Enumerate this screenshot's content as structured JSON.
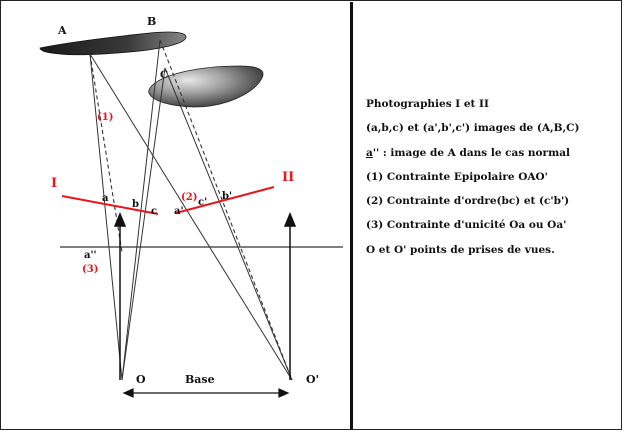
{
  "diagram": {
    "point_labels": {
      "A": "A",
      "B": "B",
      "C": "C",
      "a": "a",
      "b": "b",
      "c": "c",
      "a_prime": "a'",
      "b_prime": "b'",
      "c_prime": "c'",
      "a_double": "a''",
      "O": "O",
      "O_prime": "O'"
    },
    "photo_labels": {
      "I": "I",
      "II": "II"
    },
    "constraint_markers": {
      "one": "(1)",
      "two": "(2)",
      "three": "(3)"
    },
    "base_label": "Base",
    "colors": {
      "ink": "#111111",
      "constraint_red": "#e8151b"
    }
  },
  "legend": {
    "lines": [
      "Photographies I et II",
      "(a,b,c) et (a',b',c') images de (A,B,C)",
      "a'' : image de A dans le cas normal",
      "(1) Contrainte Epipolaire OAO'",
      "(2) Contrainte d'ordre(bc) et (c'b')",
      "(3) Contrainte d'unicité Oa ou Oa'",
      "O et O' points de prises de vues."
    ]
  }
}
